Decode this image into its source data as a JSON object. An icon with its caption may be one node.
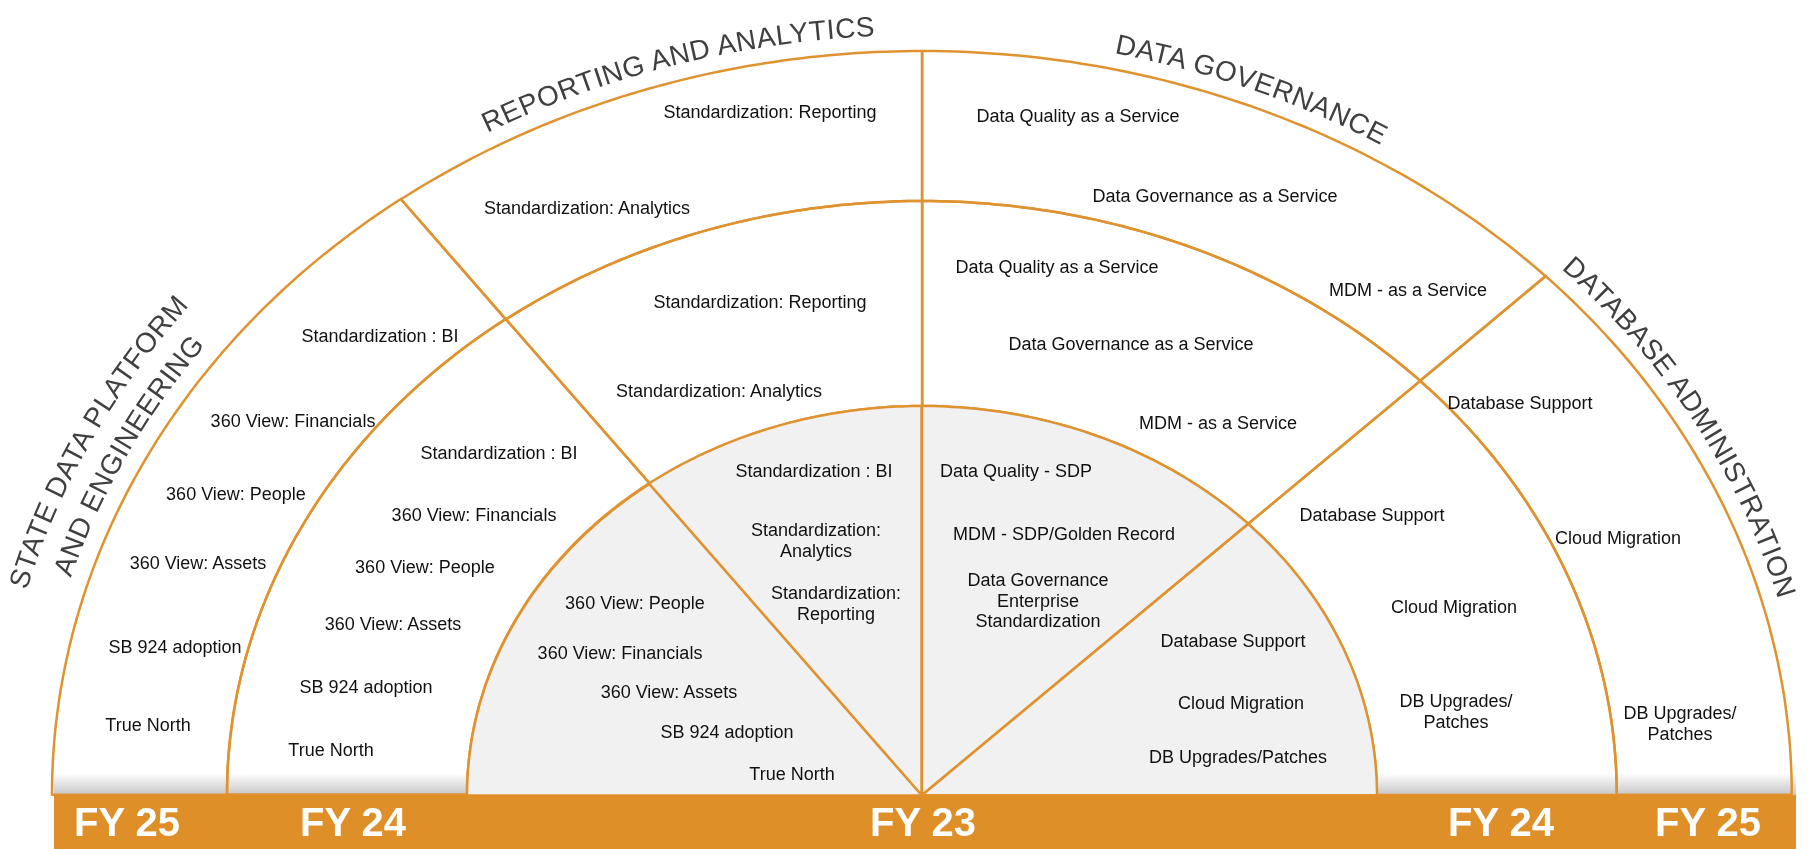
{
  "diagram": {
    "nodes": [
      {
        "text": [
          "Standardization : BI",
          "360 View: Financials",
          "360 View: People",
          "360 View: Assets",
          "SB 924 adoption",
          "True North"
        ]
      },
      {
        "text": [
          "Standardization : BI",
          "360 View: Financials",
          "360 View: People",
          "360 View: Assets",
          "SB 924 adoption",
          "True North"
        ]
      },
      {
        "text": [
          "360 View: People",
          "360 View: Financials",
          "360 View: Assets",
          "SB 924 adoption",
          "True North"
        ]
      },
      {
        "text": [
          "Standardization: Reporting",
          "Standardization: Analytics"
        ]
      },
      {
        "text": [
          "Standardization: Reporting",
          "Standardization: Analytics"
        ]
      },
      {
        "text": [
          "Standardization : BI",
          "Standardization: Analytics",
          "Standardization: Reporting"
        ]
      },
      {
        "text": [
          "Data Quality as a Service",
          "Data Governance as a Service",
          "MDM - as a Service"
        ]
      },
      {
        "text": [
          "Data Quality as a Service",
          "Data Governance as a Service",
          "MDM - as a Service"
        ]
      },
      {
        "text": [
          "Data Quality - SDP",
          "MDM - SDP/Golden Record",
          "Data Governance Enterprise Standardization"
        ]
      },
      {
        "text": [
          "Database Support",
          "Cloud Migration",
          "DB Upgrades/ Patches"
        ]
      },
      {
        "text": [
          "Database Support",
          "Cloud Migration",
          "DB Upgrades/ Patches"
        ]
      },
      {
        "text": [
          "Database Support",
          "Cloud Migration",
          "DB Upgrades/Patches"
        ]
      },
      {
        "text": [
          "FY 25",
          "FY 24",
          "FY 23",
          "FY 24",
          "FY 25"
        ]
      }
    ],
    "labels": [
      "STATE DATA PLATFORM",
      "AND ENGINEERING",
      "REPORTING AND ANALYTICS",
      "DATA GOVERNANCE",
      "DATABASE ADMINISTRATION"
    ]
  }
}
